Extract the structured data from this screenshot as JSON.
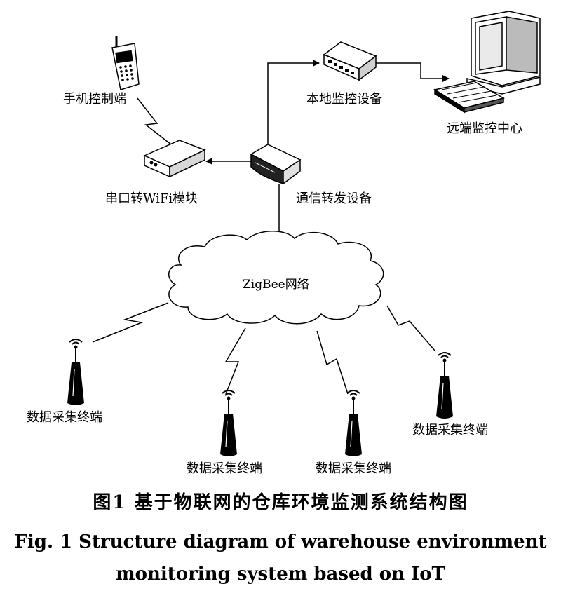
{
  "labels": {
    "phone": "手机控制端",
    "wifi_module": "串口转WiFi模块",
    "local_monitor": "本地监控设备",
    "remote_center": "远端监控中心",
    "forwarder": "通信转发设备",
    "zigbee": "ZigBee网络",
    "terminal_1": "数据采集终端",
    "terminal_2": "数据采集终端",
    "terminal_3": "数据采集终端",
    "terminal_4": "数据采集终端"
  },
  "caption": {
    "cn": "图1  基于物联网的仓库环境监测系统结构图",
    "en_line1": "Fig. 1  Structure diagram of warehouse environment",
    "en_line2": "monitoring system based on IoT"
  },
  "icons": [
    "mobile-phone-icon",
    "wifi-module-icon",
    "router-icon",
    "switch-icon",
    "computer-icon",
    "keyboard-icon",
    "cloud-icon",
    "antenna-icon",
    "lightning-link-icon"
  ]
}
